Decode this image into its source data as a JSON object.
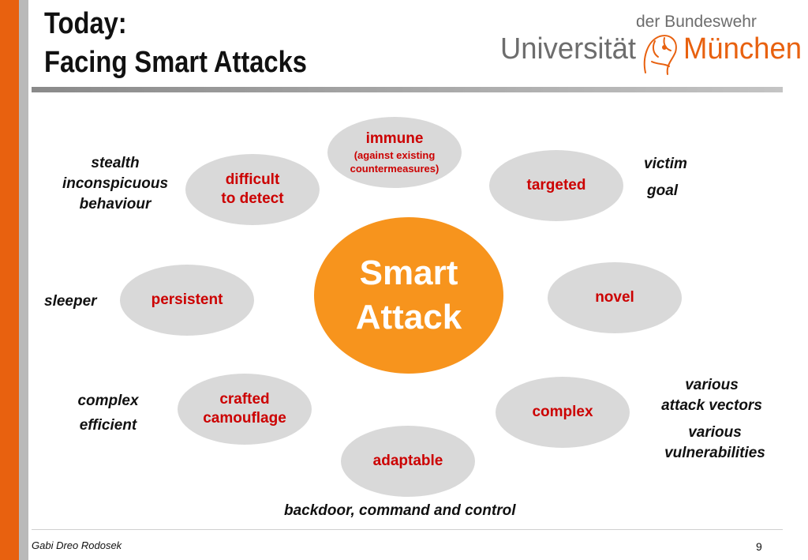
{
  "slide": {
    "title_line1": "Today:",
    "title_line2": "Facing Smart Attacks",
    "logo_text_top": "der Bundeswehr",
    "logo_text_left": "Universität",
    "logo_text_right": "München"
  },
  "diagram": {
    "center": "Smart\nAttack",
    "ovals": {
      "immune": "immune",
      "immune_sub": "(against existing\ncountermeasures)",
      "difficult": "difficult\nto detect",
      "targeted": "targeted",
      "persistent": "persistent",
      "novel": "novel",
      "crafted": "crafted\ncamouflage",
      "complex": "complex",
      "adaptable": "adaptable"
    },
    "notes": {
      "stealth": "stealth\ninconspicuous\nbehaviour",
      "victim": "victim",
      "goal": "goal",
      "sleeper": "sleeper",
      "complex_efficient": "complex\nefficient",
      "attack_vectors": "various\nattack vectors",
      "vulnerabilities": "various\nvulnerabilities",
      "backdoor": "backdoor, command and control"
    }
  },
  "footer": {
    "author": "Gabi Dreo Rodosek",
    "page": "9"
  },
  "colors": {
    "accent_orange": "#e8610f",
    "center_orange": "#f7941d",
    "oval_gray": "#d9d9d9",
    "label_red": "#cc0000"
  }
}
